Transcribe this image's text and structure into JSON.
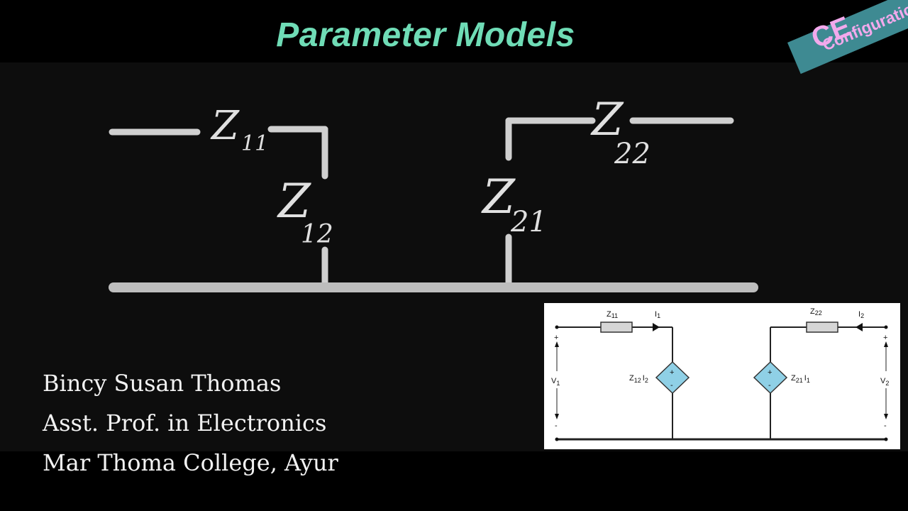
{
  "header": {
    "title": "Parameter Models"
  },
  "badge": {
    "ce": "CE",
    "configuration": "Configuration"
  },
  "sketch": {
    "z11": {
      "main": "Z",
      "sub": "11"
    },
    "z12": {
      "main": "Z",
      "sub": "12"
    },
    "z21": {
      "main": "Z",
      "sub": "21"
    },
    "z22": {
      "main": "Z",
      "sub": "22"
    }
  },
  "author": {
    "name": "Bincy Susan Thomas",
    "position": "Asst. Prof. in Electronics",
    "institution": "Mar Thoma College, Ayur"
  },
  "circuit": {
    "z11": {
      "main": "Z",
      "sub": "11"
    },
    "i1": {
      "main": "I",
      "sub": "1"
    },
    "z22": {
      "main": "Z",
      "sub": "22"
    },
    "i2": {
      "main": "I",
      "sub": "2"
    },
    "v1": {
      "main": "V",
      "sub": "1"
    },
    "v2": {
      "main": "V",
      "sub": "2"
    },
    "source1": {
      "z": "Z",
      "zsub": "12",
      "i": "I",
      "isub": "2"
    },
    "source2": {
      "z": "Z",
      "zsub": "21",
      "i": "I",
      "isub": "1"
    },
    "plus": "+",
    "minus": "-"
  },
  "colors": {
    "title": "#6fdcb6",
    "badge_bg": "#3e8a92",
    "badge_text": "#f3a9ec",
    "source_fill": "#8fd0e6",
    "resistor_fill": "#d6d6d6"
  }
}
